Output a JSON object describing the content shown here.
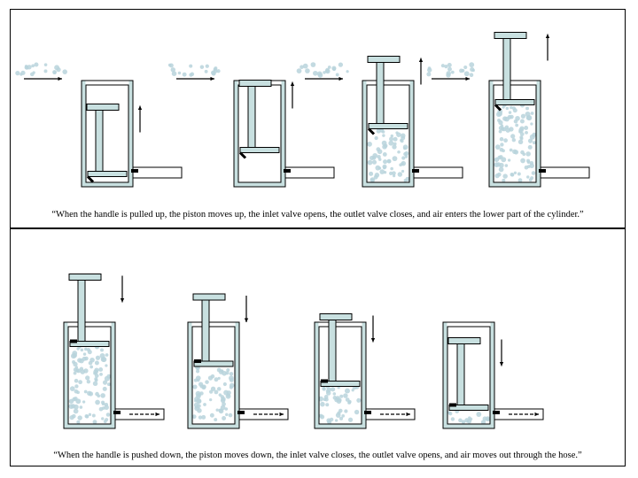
{
  "captions": {
    "pull_up": "“When the handle is pulled up, the piston moves up, the inlet valve opens, the outlet valve closes, and air enters the lower part of the cylinder.”",
    "push_down": "“When the handle is pushed down, the piston moves down, the inlet valve closes, the outlet valve opens, and air moves out through the hose.”"
  },
  "colors": {
    "metal_fill": "#c8e0e0",
    "outline": "#000000",
    "air": "#b8d4dc",
    "valve": "#000000",
    "panel_border": "#000000"
  },
  "stages": {
    "pull_up": [
      {
        "piston_level": 0.05,
        "air_fill": 0.0,
        "inlet_open": true
      },
      {
        "piston_level": 0.35,
        "air_fill": 0.0,
        "inlet_open": true
      },
      {
        "piston_level": 0.65,
        "air_fill": 0.3,
        "inlet_open": true
      },
      {
        "piston_level": 0.95,
        "air_fill": 0.8,
        "inlet_open": true
      }
    ],
    "push_down": [
      {
        "piston_level": 0.95,
        "air_fill": 1.0,
        "inlet_open": false
      },
      {
        "piston_level": 0.7,
        "air_fill": 0.75,
        "inlet_open": false
      },
      {
        "piston_level": 0.45,
        "air_fill": 0.45,
        "inlet_open": false
      },
      {
        "piston_level": 0.15,
        "air_fill": 0.15,
        "inlet_open": false
      }
    ]
  },
  "arrow_direction": {
    "pull_up": "up",
    "push_down": "down"
  }
}
